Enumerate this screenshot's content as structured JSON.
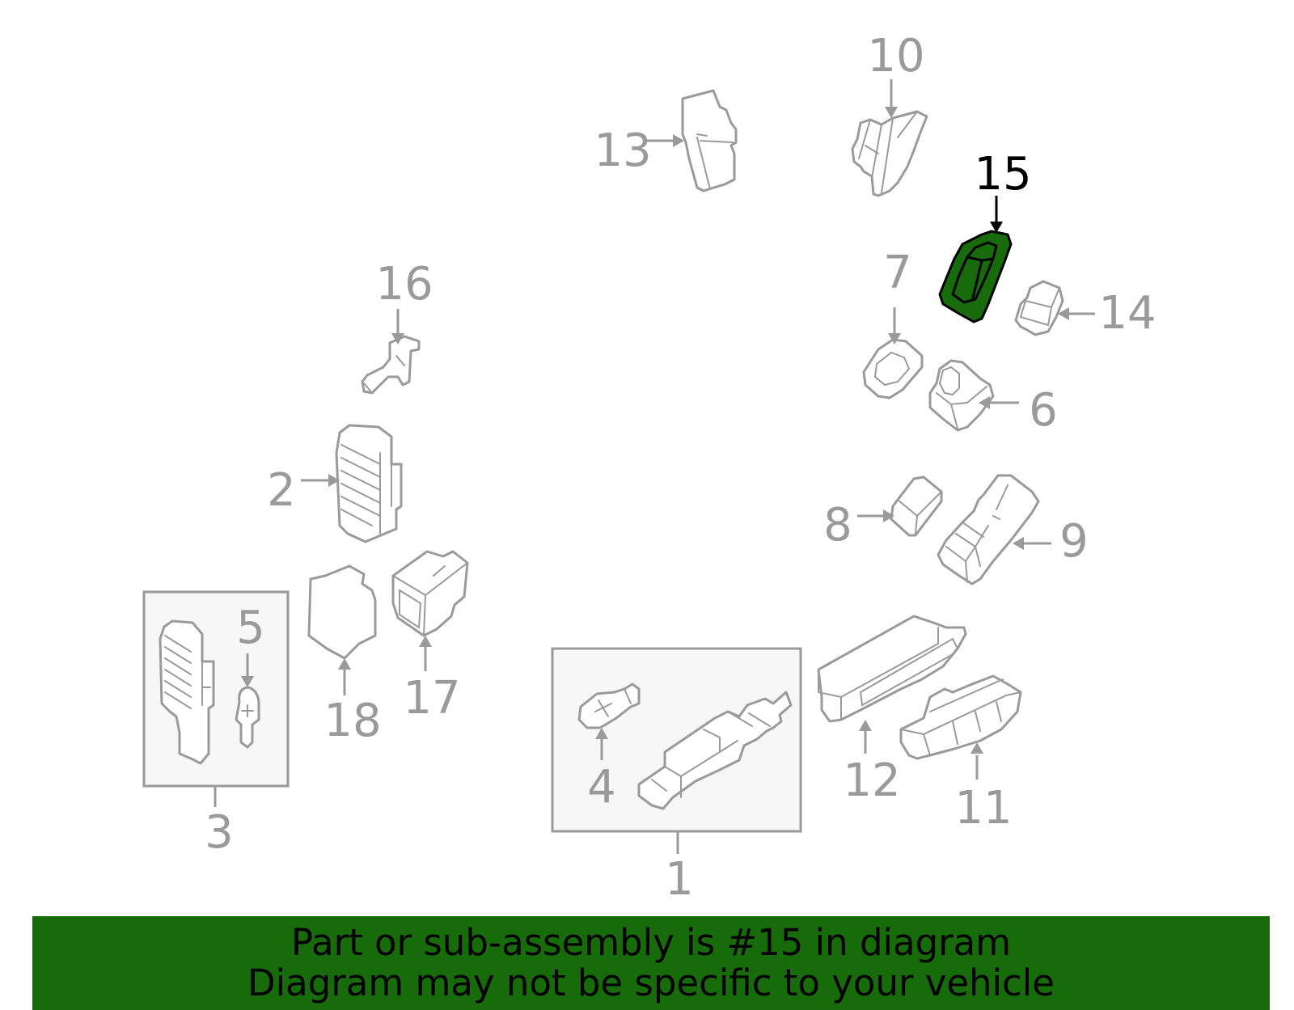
{
  "callouts": {
    "c1": "1",
    "c2": "2",
    "c3": "3",
    "c4": "4",
    "c5": "5",
    "c6": "6",
    "c7": "7",
    "c8": "8",
    "c9": "9",
    "c10": "10",
    "c11": "11",
    "c12": "12",
    "c13": "13",
    "c14": "14",
    "c15": "15",
    "c16": "16",
    "c17": "17",
    "c18": "18"
  },
  "highlighted_part": "15",
  "banner": {
    "line1": "Part or sub-assembly is #15 in diagram",
    "line2": "Diagram may not be specific to your vehicle"
  },
  "colors": {
    "highlight_fill": "#176b0a",
    "banner_bg": "#176b0a",
    "line_gray": "#9a9a9a"
  }
}
